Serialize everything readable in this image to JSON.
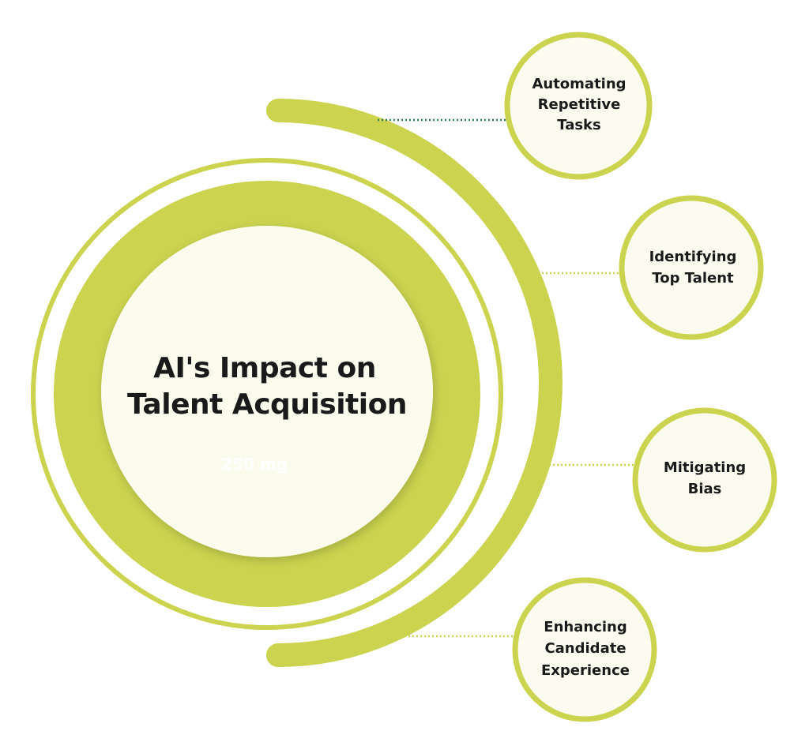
{
  "diagram": {
    "center": {
      "title_line1": "AI's Impact on",
      "title_line2": "Talent Acquisition",
      "faint_text": "250 mg"
    },
    "nodes": [
      {
        "lines": [
          "Automating",
          "Repetitive",
          "Tasks"
        ]
      },
      {
        "lines": [
          "Identifying",
          "Top Talent"
        ]
      },
      {
        "lines": [
          "Mitigating",
          "Bias"
        ]
      },
      {
        "lines": [
          "Enhancing",
          "Candidate",
          "Experience"
        ]
      }
    ]
  },
  "colors": {
    "accent": "#cbd34f",
    "node_fill": "#fbfbef",
    "center_fill": "#fbfbee",
    "connector_dark": "#2e7d4f",
    "connector_light": "#cbd34f",
    "text": "#1a1a1a"
  }
}
